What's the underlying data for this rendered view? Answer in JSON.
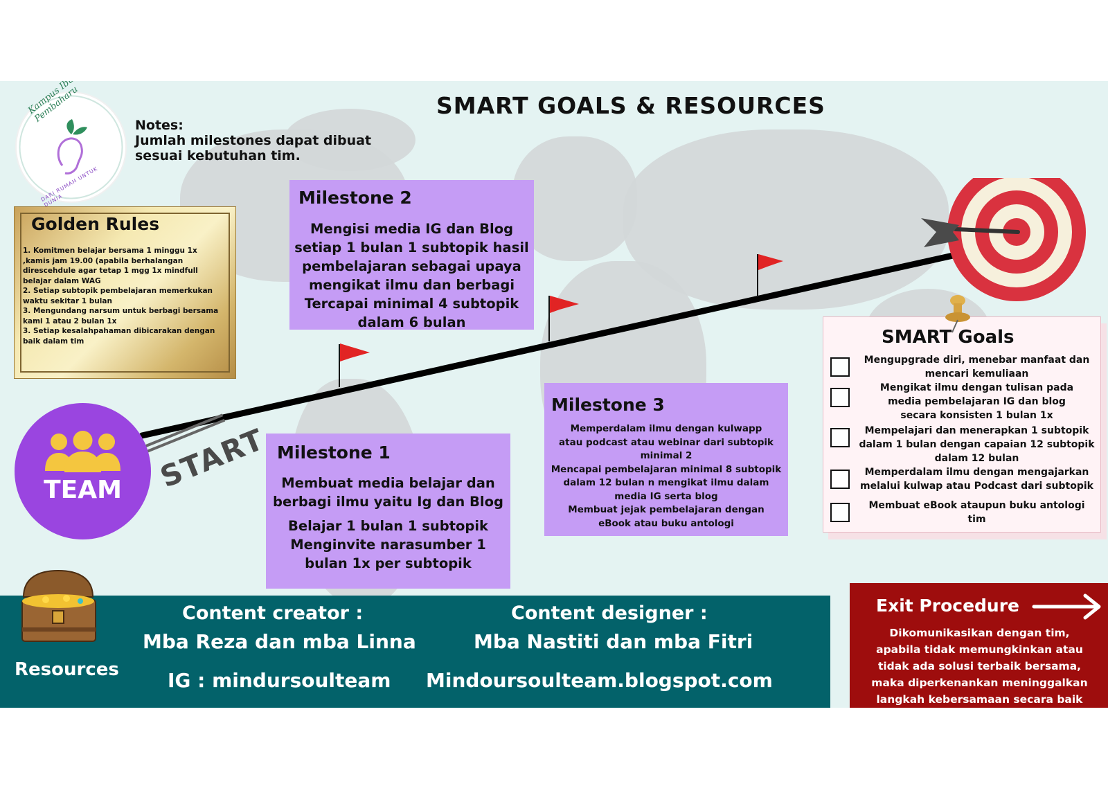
{
  "title": "SMART GOALS & RESOURCES",
  "logo": {
    "top_text": "Kampus Ibu Pembaharu",
    "bottom_text": "DARI RUMAH UNTUK DUNIA"
  },
  "notes": {
    "line1": "Notes:",
    "line2": "Jumlah milestones dapat dibuat",
    "line3": "sesuai kebutuhan tim."
  },
  "golden_rules": {
    "title": "Golden Rules",
    "items": [
      "1. Komitmen belajar bersama 1 minggu 1x ,kamis jam 19.00 (apabila berhalangan direscehdule agar tetap 1 mgg 1x mindfull belajar dalam WAG",
      "2. Setiap subtopik pembelajaran memerkukan waktu sekitar 1 bulan",
      "3. Mengundang narsum untuk berbagi bersama kami 1 atau 2 bulan 1x",
      "3. Setiap kesalahpahaman dibicarakan dengan baik dalam tim"
    ]
  },
  "milestone1": {
    "title": "Milestone 1",
    "lines": [
      "Membuat media belajar dan",
      "berbagi ilmu yaitu Ig dan Blog",
      "Belajar 1 bulan 1 subtopik",
      "Menginvite narasumber 1",
      "bulan 1x per subtopik"
    ]
  },
  "milestone2": {
    "title": "Milestone 2",
    "lines": [
      "Mengisi media IG dan Blog",
      "setiap 1 bulan 1 subtopik hasil",
      "pembelajaran sebagai upaya",
      "mengikat ilmu dan berbagi",
      "Tercapai minimal 4 subtopik",
      "dalam 6 bulan"
    ]
  },
  "milestone3": {
    "title": "Milestone 3",
    "lines": [
      "Memperdalam ilmu dengan kulwapp",
      "atau podcast atau webinar dari subtopik",
      "minimal 2",
      "Mencapai pembelajaran minimal 8 subtopik",
      "dalam 12 bulan n mengikat ilmu dalam",
      "media IG serta blog",
      "Membuat jejak pembelajaran dengan",
      "eBook atau buku antologi"
    ]
  },
  "team_label": "TEAM",
  "start_label": "START",
  "smart_goals": {
    "title": "SMART Goals",
    "items": [
      [
        "Mengupgrade diri, menebar manfaat dan",
        "mencari kemuliaan"
      ],
      [
        "Mengikat ilmu dengan tulisan pada",
        "media pembelajaran IG dan blog",
        "secara konsisten 1 bulan 1x"
      ],
      [
        "Mempelajari dan menerapkan 1 subtopik",
        "dalam 1 bulan dengan capaian 12 subtopik",
        "dalam 12 bulan"
      ],
      [
        "Memperdalam ilmu dengan mengajarkan",
        "melalui kulwap atau Podcast dari subtopik"
      ],
      [
        "Membuat eBook ataupun buku antologi",
        "tim"
      ]
    ]
  },
  "footer": {
    "resources_label": "Resources",
    "creator_label": "Content creator :",
    "creator_names": "Mba Reza dan mba Linna",
    "designer_label": "Content designer :",
    "designer_names": "Mba Nastiti dan mba Fitri",
    "ig": "IG : mindursoulteam",
    "blog": "Mindoursoulteam.blogspot.com"
  },
  "exit": {
    "title": "Exit Procedure",
    "lines": [
      "Dikomunikasikan dengan tim,",
      "apabila tidak memungkinkan atau",
      "tidak ada solusi terbaik bersama,",
      "maka diperkenankan meninggalkan",
      "langkah kebersamaan secara baik"
    ]
  },
  "colors": {
    "milestone_purple": "#c59cf5",
    "team_purple": "#9a45e0",
    "footer_teal": "#03626a",
    "exit_red": "#9e0d0d",
    "target_red": "#d9323f",
    "flag_red": "#e12424"
  },
  "icons": [
    "target-icon",
    "dart-icon",
    "flag-icon",
    "pushpin-icon",
    "team-people-icon",
    "treasure-chest-icon",
    "arrow-right-icon",
    "leaf-head-icon"
  ]
}
